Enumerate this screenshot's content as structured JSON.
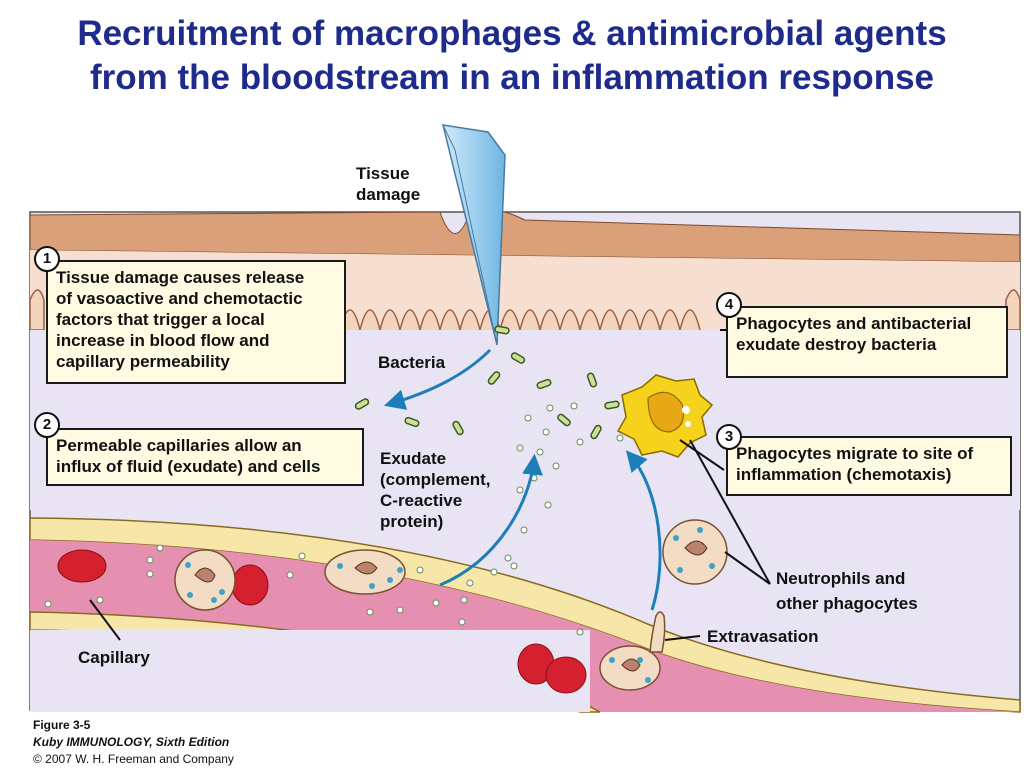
{
  "title": {
    "line1": "Recruitment of macrophages & antimicrobial agents",
    "line2": "from the bloodstream in an inflammation response"
  },
  "labels": {
    "tissue_damage_line1": "Tissue",
    "tissue_damage_line2": "damage",
    "bacteria": "Bacteria",
    "exudate_line1": "Exudate",
    "exudate_line2": "(complement,",
    "exudate_line3": "C-reactive",
    "exudate_line4": "protein)",
    "neutrophils_line1": "Neutrophils and",
    "neutrophils_line2": "other phagocytes",
    "extravasation": "Extravasation",
    "capillary": "Capillary"
  },
  "steps": [
    {
      "num": "1",
      "lines": [
        "Tissue damage causes release",
        "of vasoactive and chemotactic",
        "factors that trigger a local",
        "increase in blood flow and",
        "capillary permeability"
      ]
    },
    {
      "num": "2",
      "lines": [
        "Permeable capillaries allow an",
        "influx of fluid (exudate) and cells"
      ]
    },
    {
      "num": "3",
      "lines": [
        "Phagocytes migrate to site of",
        "inflammation (chemotaxis)"
      ]
    },
    {
      "num": "4",
      "lines": [
        "Phagocytes and antibacterial",
        "exudate destroy bacteria"
      ]
    }
  ],
  "credits": {
    "figure": "Figure 3-5",
    "book": "Kuby IMMUNOLOGY, Sixth Edition",
    "copyright": "© 2007 W. H. Freeman and Company"
  },
  "colors": {
    "title": "#1e2b8c",
    "skin": "#d9a07a",
    "tissue": "#f6dfd0",
    "interstitial": "#e9e4f3",
    "blood": "#e58fb1",
    "vessel_wall": "#f6e7a8",
    "arrow": "#1e7fb8",
    "rbc": "#d4202f",
    "phagocyte": "#f5d21c"
  }
}
